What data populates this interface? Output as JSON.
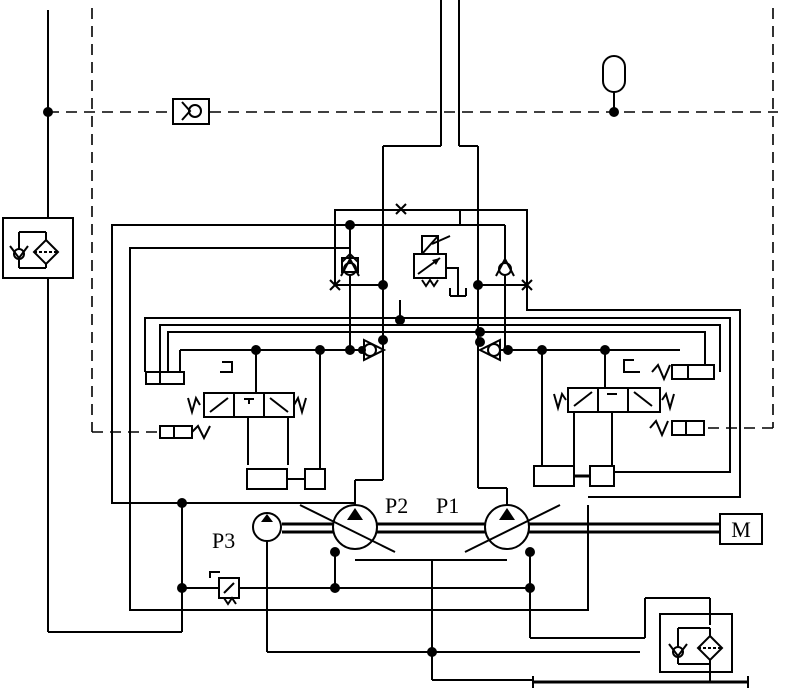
{
  "labels": {
    "p1": "P1",
    "p2": "P2",
    "p3": "P3",
    "motor": "M"
  }
}
